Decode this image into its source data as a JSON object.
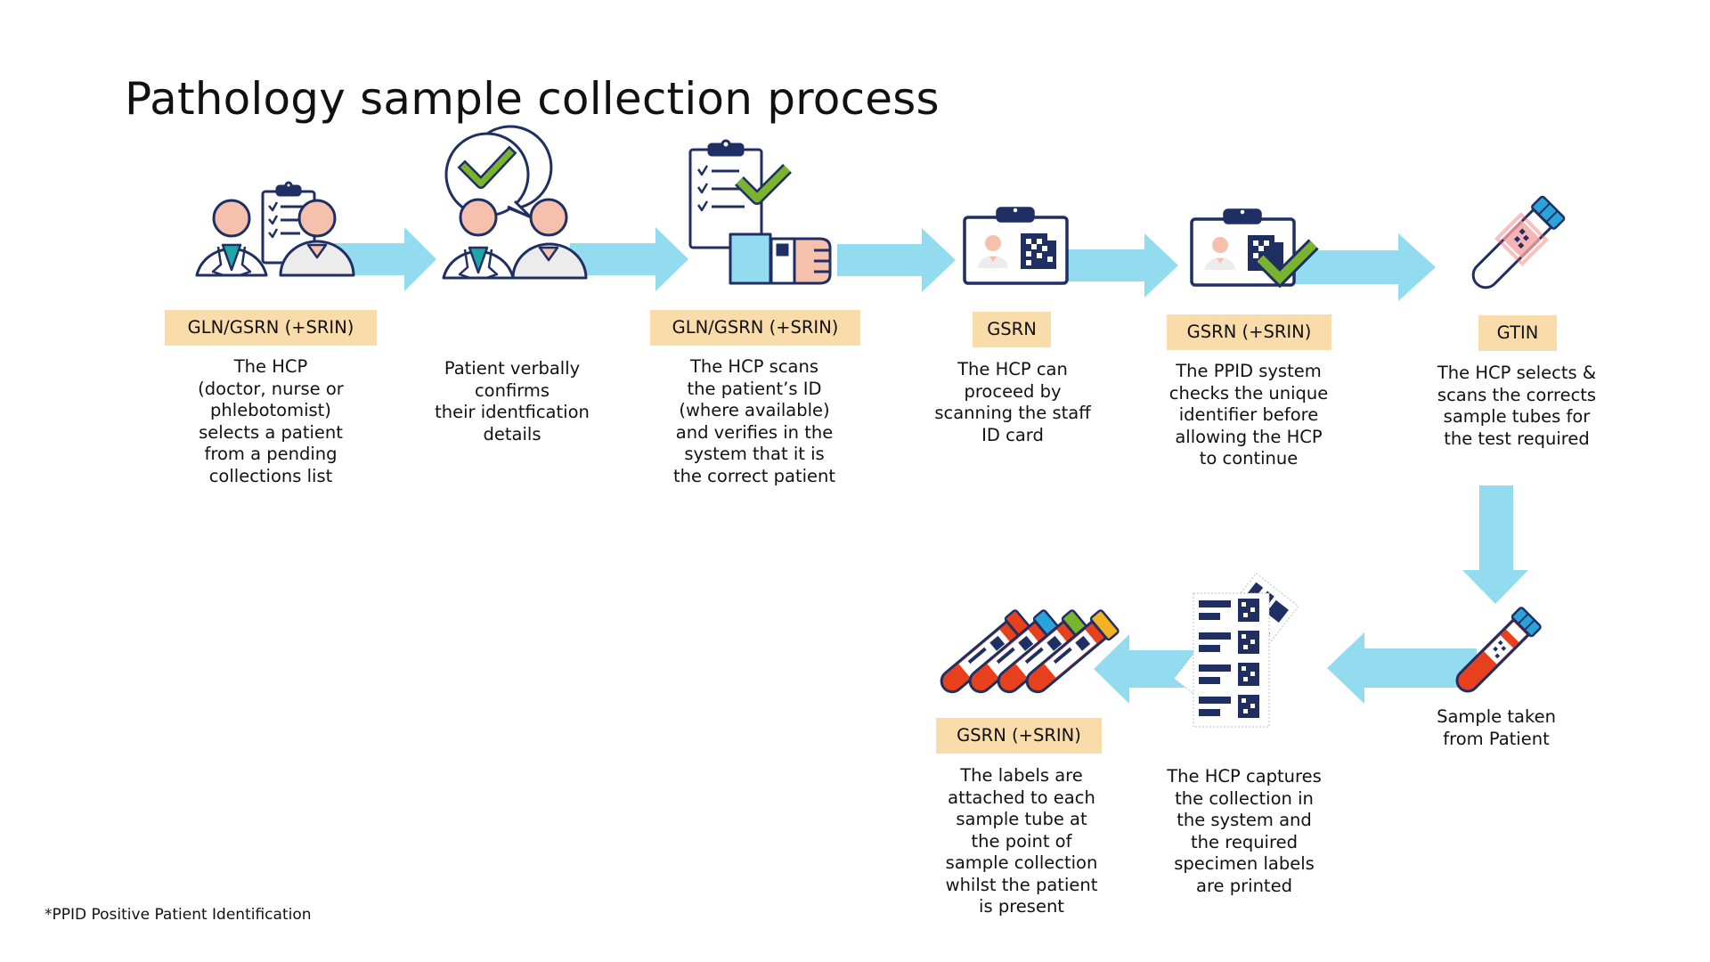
{
  "title": "Pathology sample collection process",
  "footnote": "*PPID Positive Patient Identification",
  "colors": {
    "arrow": "#93dcef",
    "badge": "#f9dcaa",
    "navy": "#1f2f63",
    "check_green": "#7ab32e",
    "skin": "#f5c1ad",
    "tube_red": "#e8401c",
    "tube_blue": "#2aa3d8"
  },
  "steps": [
    {
      "id": 1,
      "icon": "doctor-patient-clipboard-icon",
      "identifier": "GLN/GSRN (+SRIN)",
      "description": "The HCP\n(doctor, nurse or\nphlebotomist)\nselects a patient\nfrom a pending\ncollections list"
    },
    {
      "id": 2,
      "icon": "speech-bubble-check-icon",
      "identifier": "",
      "description": "Patient verbally\nconfirms\ntheir identfication\ndetails"
    },
    {
      "id": 3,
      "icon": "clipboard-wristband-scan-icon",
      "identifier": "GLN/GSRN (+SRIN)",
      "description": "The HCP scans\nthe patient’s ID\n(where available)\nand verifies in the\nsystem that it is\nthe correct patient"
    },
    {
      "id": 4,
      "icon": "staff-id-card-icon",
      "identifier": "GSRN",
      "description": "The HCP can\nproceed by\nscanning the staff\nID card"
    },
    {
      "id": 5,
      "icon": "staff-id-card-verified-icon",
      "identifier": "GSRN (+SRIN)",
      "description": "The PPID system\nchecks the unique\nidentifier before\nallowing the HCP\nto continue"
    },
    {
      "id": 6,
      "icon": "empty-sample-tube-scan-icon",
      "identifier": "GTIN",
      "description": "The HCP selects &\nscans the corrects\nsample tubes for\nthe test required"
    },
    {
      "id": 7,
      "icon": "filled-sample-tube-icon",
      "identifier": "",
      "description": "Sample taken\nfrom Patient"
    },
    {
      "id": 8,
      "icon": "printed-specimen-labels-icon",
      "identifier": "",
      "description": "The HCP captures\nthe  collection in\nthe system and\nthe required\nspecimen labels\nare printed"
    },
    {
      "id": 9,
      "icon": "labelled-sample-tubes-icon",
      "identifier": "GSRN (+SRIN)",
      "description": "The labels are\nattached to each\nsample tube at\nthe point of\nsample collection\nwhilst the patient\nis present"
    }
  ]
}
